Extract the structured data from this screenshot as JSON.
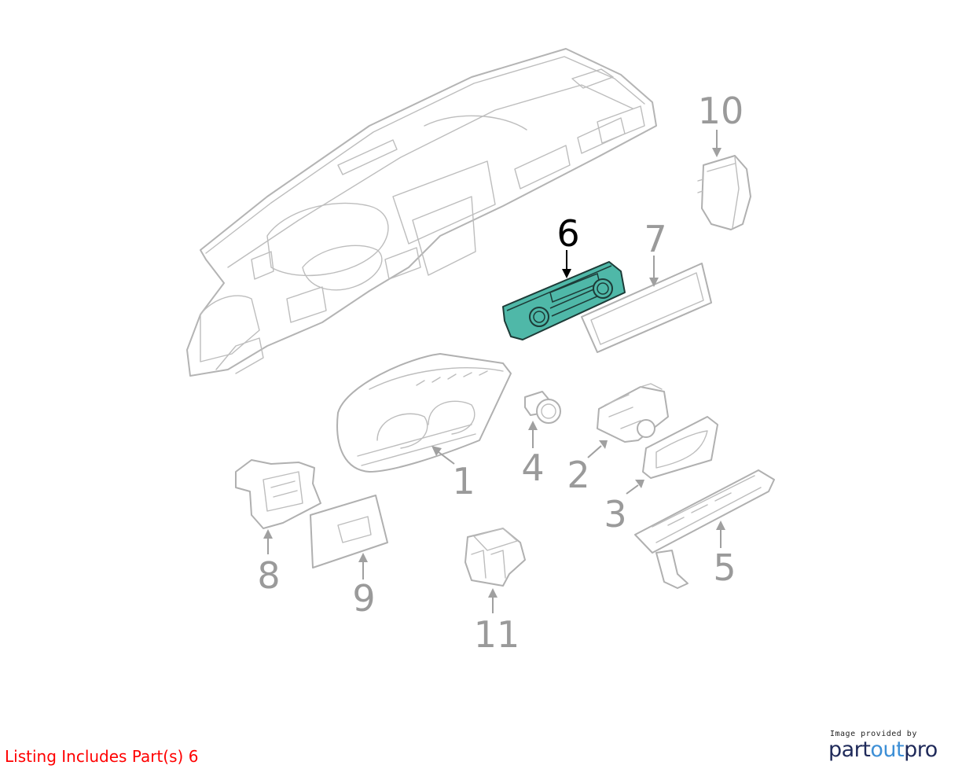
{
  "listing_note": {
    "text": "Listing Includes Part(s) 6",
    "color": "#ff0000"
  },
  "callouts": {
    "c1": "1",
    "c2": "2",
    "c3": "3",
    "c4": "4",
    "c5": "5",
    "c6": "6",
    "c7": "7",
    "c8": "8",
    "c9": "9",
    "c10": "10",
    "c11": "11"
  },
  "highlighted_part": "6",
  "highlight_color": "#4fb8a8",
  "brand": {
    "caption": "Image provided by",
    "logo_part": "part",
    "logo_out": "out",
    "logo_pro": "pro",
    "primary_color": "#1f2a5a",
    "accent_color": "#3d8fd6"
  }
}
